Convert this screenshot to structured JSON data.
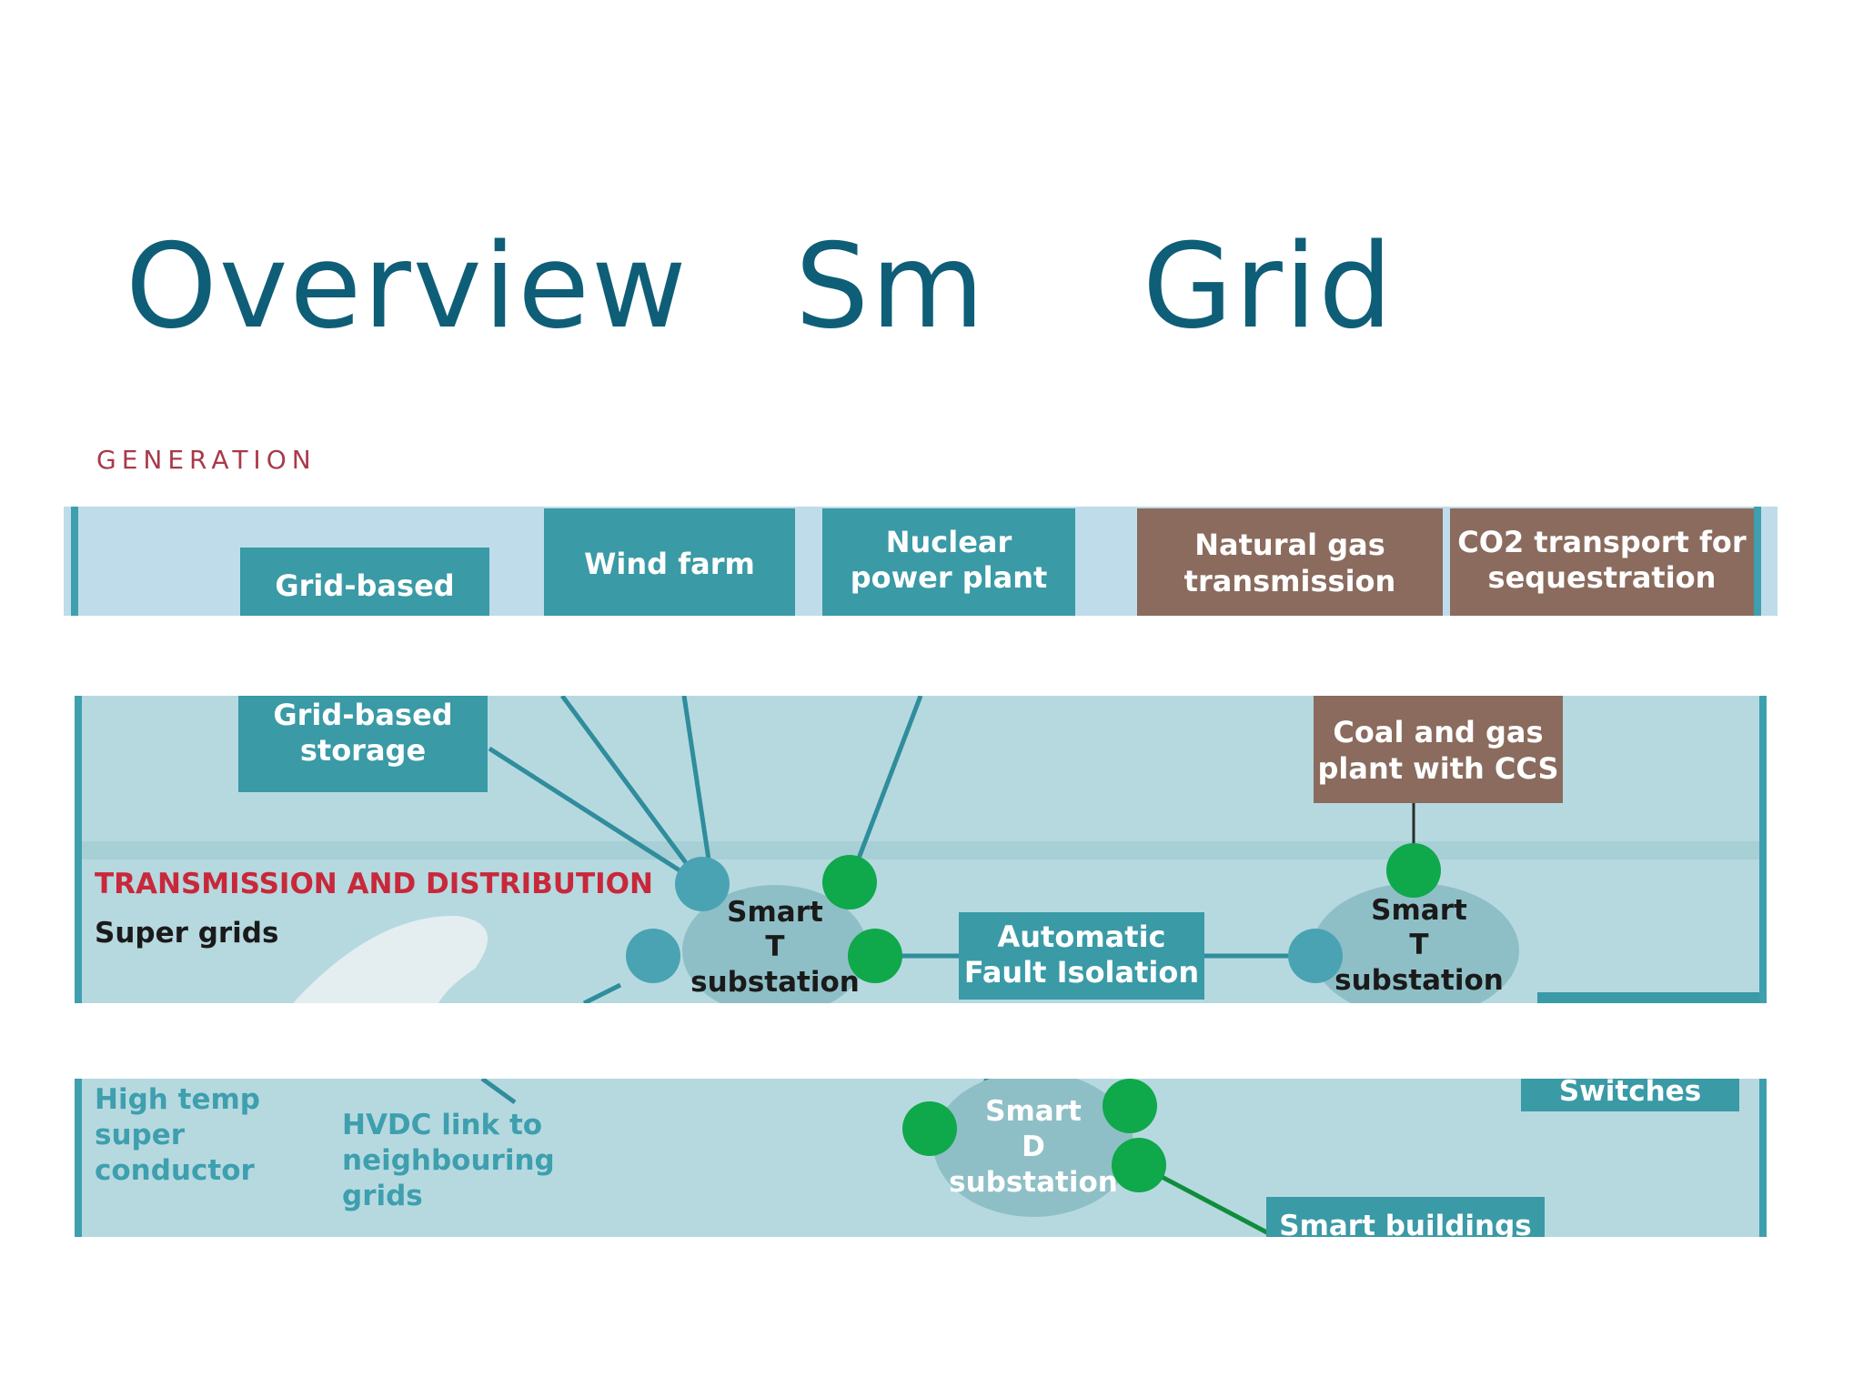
{
  "title": {
    "w1": "Overview",
    "w2": "Sm",
    "w3": "Grid"
  },
  "section_label": "GENERATION",
  "strip1": {
    "grid_renewables": "Grid-based",
    "wind_farm": "Wind farm",
    "nuclear_l1": "Nuclear",
    "nuclear_l2": "power plant",
    "gas_l1": "Natural gas",
    "gas_l2": "transmission",
    "co2_l1": "CO2 transport for",
    "co2_l2": "sequestration"
  },
  "strip2": {
    "storage_l1": "Grid-based",
    "storage_l2": "storage",
    "coal_l1": "Coal and gas",
    "coal_l2": "plant with CCS",
    "td_heading": "TRANSMISSION AND DISTRIBUTION",
    "super_grids": "Super grids",
    "sub1_l1": "Smart",
    "sub1_l2": "T",
    "sub1_l3": "substation",
    "afi_l1": "Automatic",
    "afi_l2": "Fault Isolation",
    "sub2_l1": "Smart",
    "sub2_l2": "T",
    "sub2_l3": "substation"
  },
  "strip3": {
    "htsc_l1": "High temp",
    "htsc_l2": "super",
    "htsc_l3": "conductor",
    "hvdc_l1": "HVDC link to",
    "hvdc_l2": "neighbouring",
    "hvdc_l3": "grids",
    "subd_l1": "Smart",
    "subd_l2": "D",
    "subd_l3": "substation",
    "switches": "Switches",
    "smart_buildings": "Smart buildings"
  },
  "colors": {
    "title": "#0f5e78",
    "section_label": "#a83a4a",
    "teal_box": "#3a9aa6",
    "brown_box": "#8a6b5e",
    "green_node": "#0fa84a",
    "teal_node": "#4aa3b3",
    "td_heading": "#c8283a"
  }
}
